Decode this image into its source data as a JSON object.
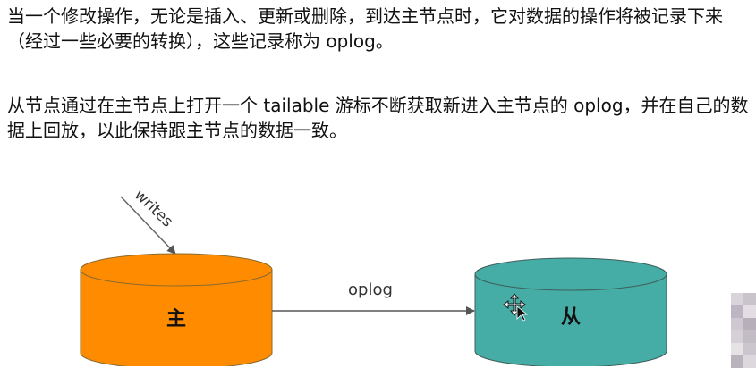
{
  "paragraphs": [
    "当一个修改操作，无论是插入、更新或删除，到达主节点时，它对数据的操作将被记录下来（经过一些必要的转换），这些记录称为 oplog。",
    "从节点通过在主节点上打开一个 tailable 游标不断获取新进入主节点的 oplog，并在自己的数据上回放，以此保持跟主节点的数据一致。"
  ],
  "diagram": {
    "writes_label": "writes",
    "primary": {
      "label": "主",
      "color": "#FF8C00",
      "stroke": "#8A6A2E"
    },
    "secondary": {
      "label": "从",
      "color": "#45ADA5",
      "stroke": "#3F5F5C"
    },
    "edge_label": "oplog"
  }
}
